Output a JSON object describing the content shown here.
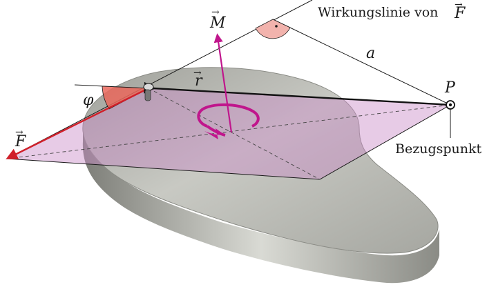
{
  "labels": {
    "line_of_action": "Wirkungslinie von",
    "line_of_action_symbol": "F",
    "moment_symbol": "M",
    "radius_symbol": "r",
    "distance_symbol": "a",
    "angle_symbol": "φ",
    "point_symbol": "P",
    "force_symbol": "F",
    "reference_point": "Bezugspunkt",
    "vector_accent": "→",
    "right_angle_dot": "·"
  },
  "colors": {
    "force_arrow": "#d0202a",
    "moment_arrow": "#c0168c",
    "plane_fill": "#c98bc7",
    "angle_fill": "#e9675c",
    "right_angle_fill": "#f2b3ad",
    "body_top": "#b9bab4",
    "body_side": "#8f908a",
    "line": "#1a1a1a"
  }
}
